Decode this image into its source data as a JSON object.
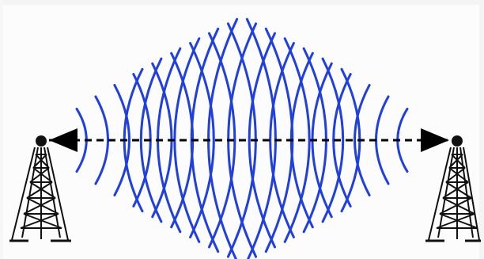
{
  "diagram": {
    "kind": "radio-link-wave-interference",
    "components": [
      "left-tower",
      "right-tower",
      "line-of-sight-arrow",
      "wave-fronts-left",
      "wave-fronts-right"
    ],
    "colors": {
      "wave": "#1f3fe0",
      "tower": "#111111",
      "arrow": "#000000",
      "background": "#fcfcfc"
    },
    "arrow_style": "dashed-double-headed",
    "wave_count_per_side": 15
  }
}
